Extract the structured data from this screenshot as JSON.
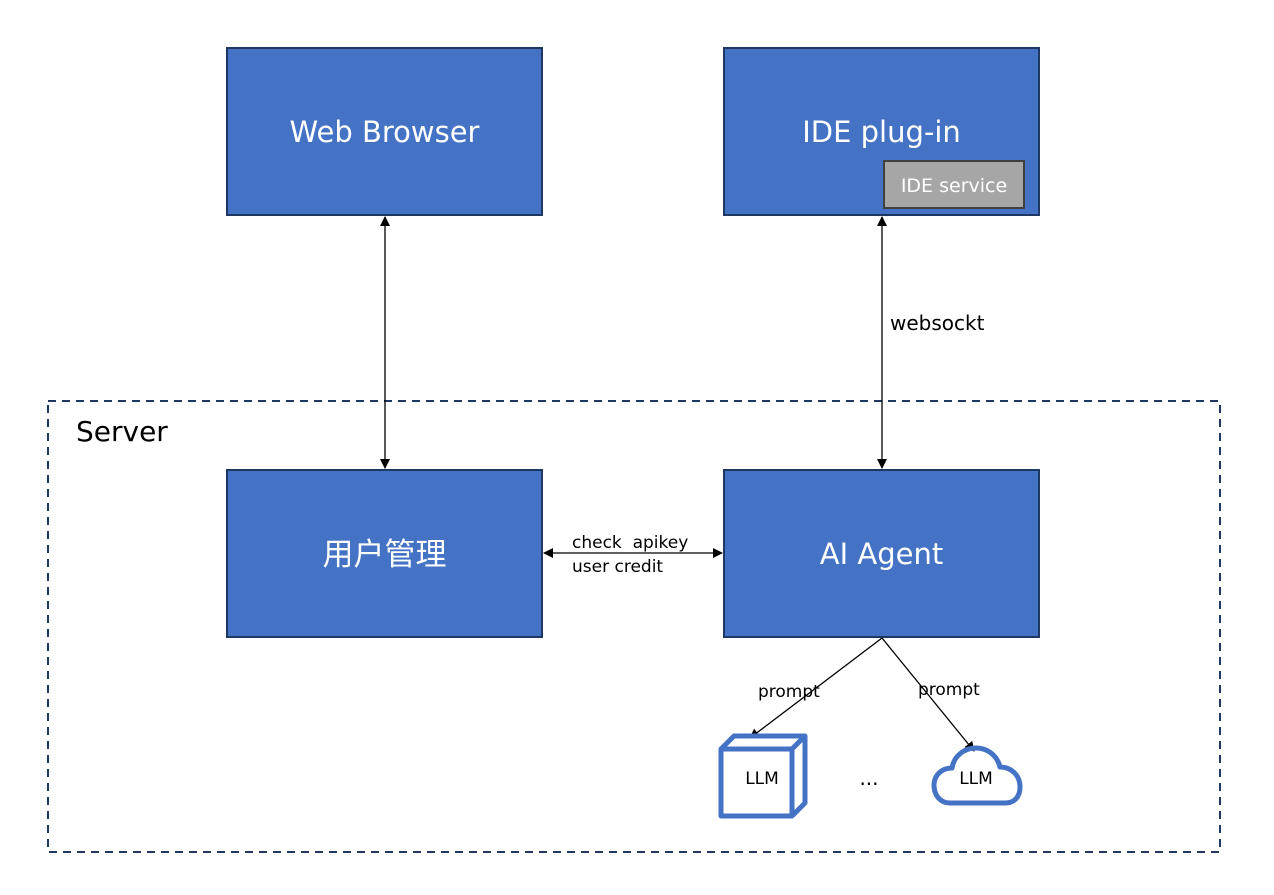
{
  "nodes": {
    "web_browser": "Web Browser",
    "ide_plugin": "IDE plug-in",
    "ide_service": "IDE service",
    "user_mgmt": "用户管理",
    "ai_agent": "AI Agent",
    "llm_local": "LLM",
    "llm_cloud": "LLM",
    "ellipsis": "..."
  },
  "group": {
    "server": "Server"
  },
  "edges": {
    "websocket": "websockt",
    "check_apikey": "check  apikey",
    "user_credit": "user credit",
    "prompt_left": "prompt",
    "prompt_right": "prompt"
  },
  "colors": {
    "box_fill": "#4472C4",
    "box_border": "#1F3763",
    "service_fill": "#A6A6A6",
    "icon_stroke": "#4472C4",
    "dash": "#1F3763"
  }
}
